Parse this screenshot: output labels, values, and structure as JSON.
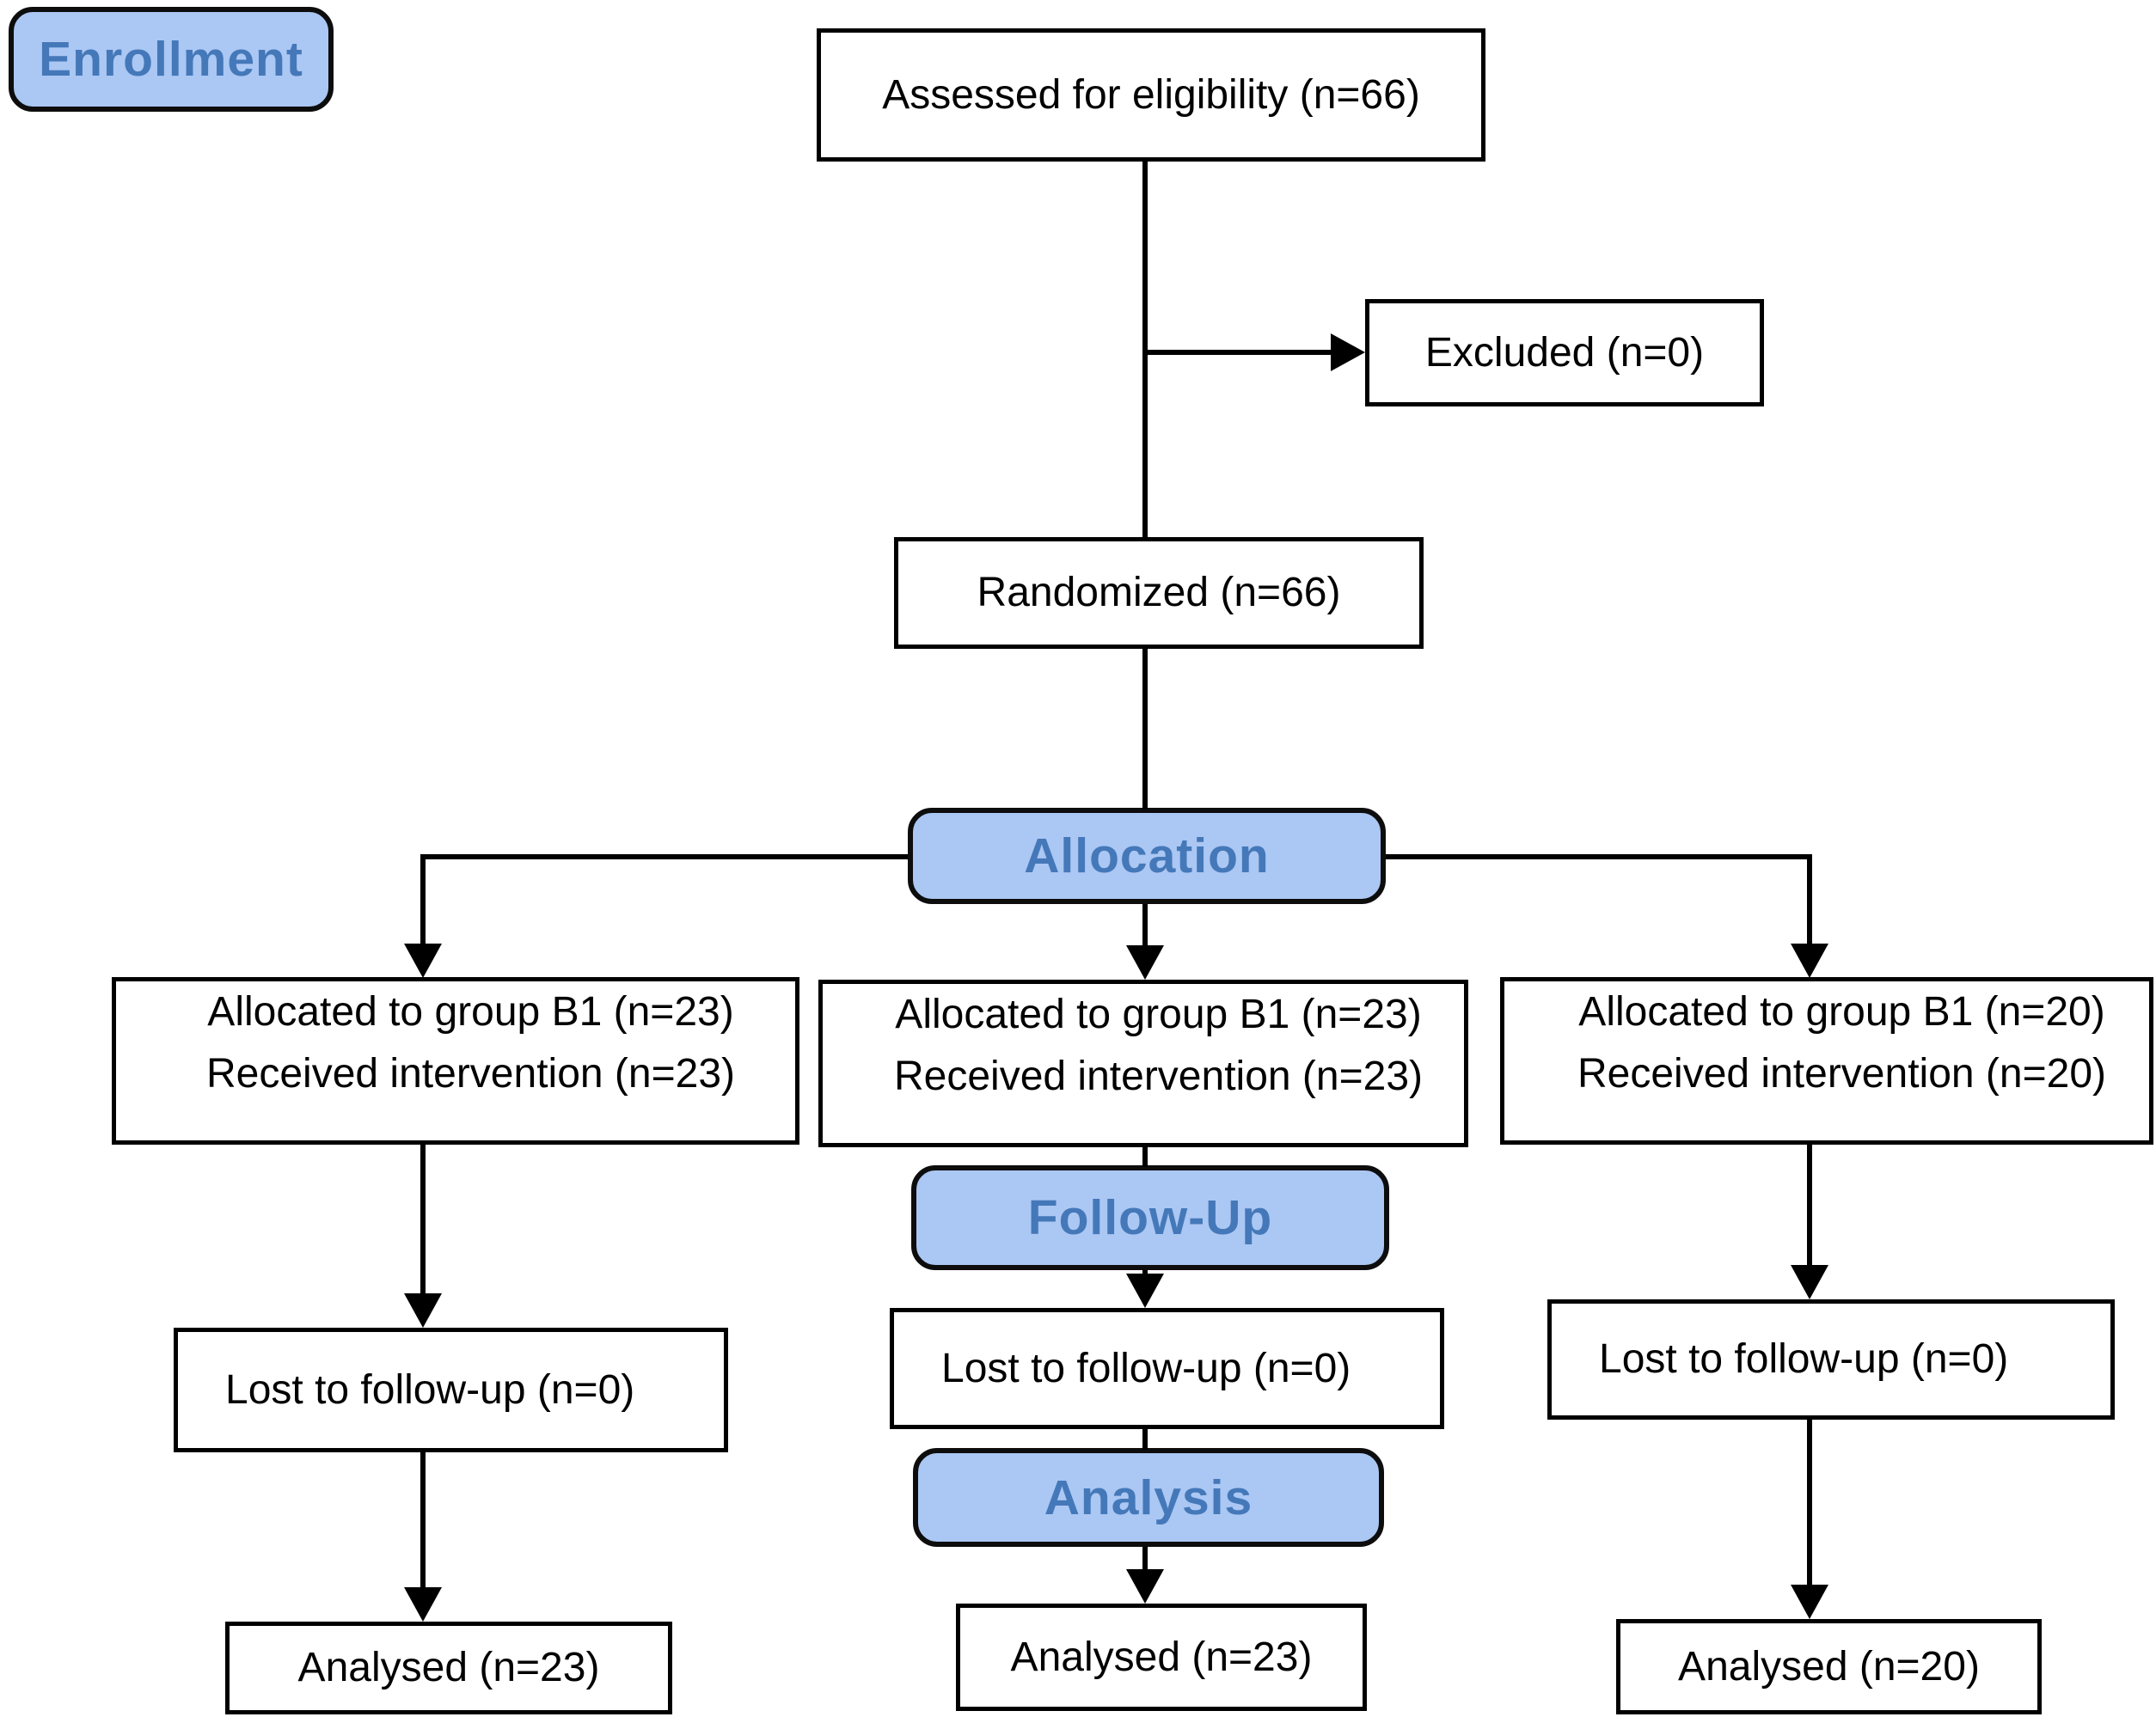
{
  "figure": "CONSORT participant flow diagram",
  "colors": {
    "stage_fill": "#abc7f3",
    "stage_text": "#4478b9",
    "box_border": "#000000",
    "line": "#000000",
    "text": "#000000",
    "background": "#ffffff"
  },
  "stages": {
    "enrollment": "Enrollment",
    "allocation": "Allocation",
    "followup": "Follow-Up",
    "analysis": "Analysis"
  },
  "enrollment": {
    "assessed": "Assessed for eligibility (n=66)",
    "excluded": "Excluded (n=0)",
    "randomized": "Randomized (n=66)"
  },
  "columns": [
    {
      "allocated": [
        "Allocated to group B1 (n=23)",
        "Received intervention (n=23)"
      ],
      "lost": "Lost to follow-up (n=0)",
      "analysed": "Analysed (n=23)"
    },
    {
      "allocated": [
        "Allocated to group B1 (n=23)",
        "Received intervention (n=23)"
      ],
      "lost": "Lost to follow-up (n=0)",
      "analysed": "Analysed (n=23)"
    },
    {
      "allocated": [
        "Allocated to group B1 (n=20)",
        "Received intervention (n=20)"
      ],
      "lost": "Lost to follow-up (n=0)",
      "analysed": "Analysed (n=20)"
    }
  ]
}
